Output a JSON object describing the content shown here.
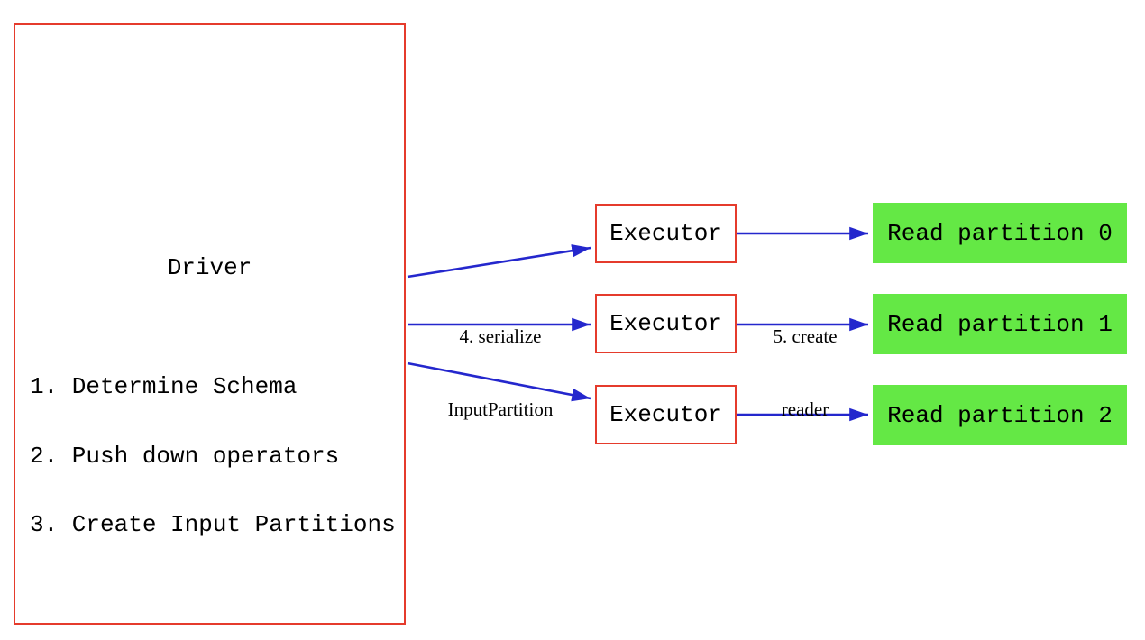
{
  "colors": {
    "red": "#e53b2c",
    "blue": "#2427cd",
    "green": "#64e845",
    "text": "#000000",
    "background": "#ffffff"
  },
  "driver": {
    "title": "Driver",
    "steps": [
      "1. Determine Schema",
      "2. Push down operators",
      "3. Create Input Partitions"
    ]
  },
  "executors": [
    {
      "label": "Executor"
    },
    {
      "label": "Executor"
    },
    {
      "label": "Executor"
    }
  ],
  "partitions": [
    {
      "label": "Read partition 0"
    },
    {
      "label": "Read partition 1"
    },
    {
      "label": "Read partition 2"
    }
  ],
  "edge_labels": {
    "serialize": {
      "line1": "4. serialize",
      "line2": "InputPartition"
    },
    "create": {
      "line1": "5. create",
      "line2": "reader"
    }
  }
}
